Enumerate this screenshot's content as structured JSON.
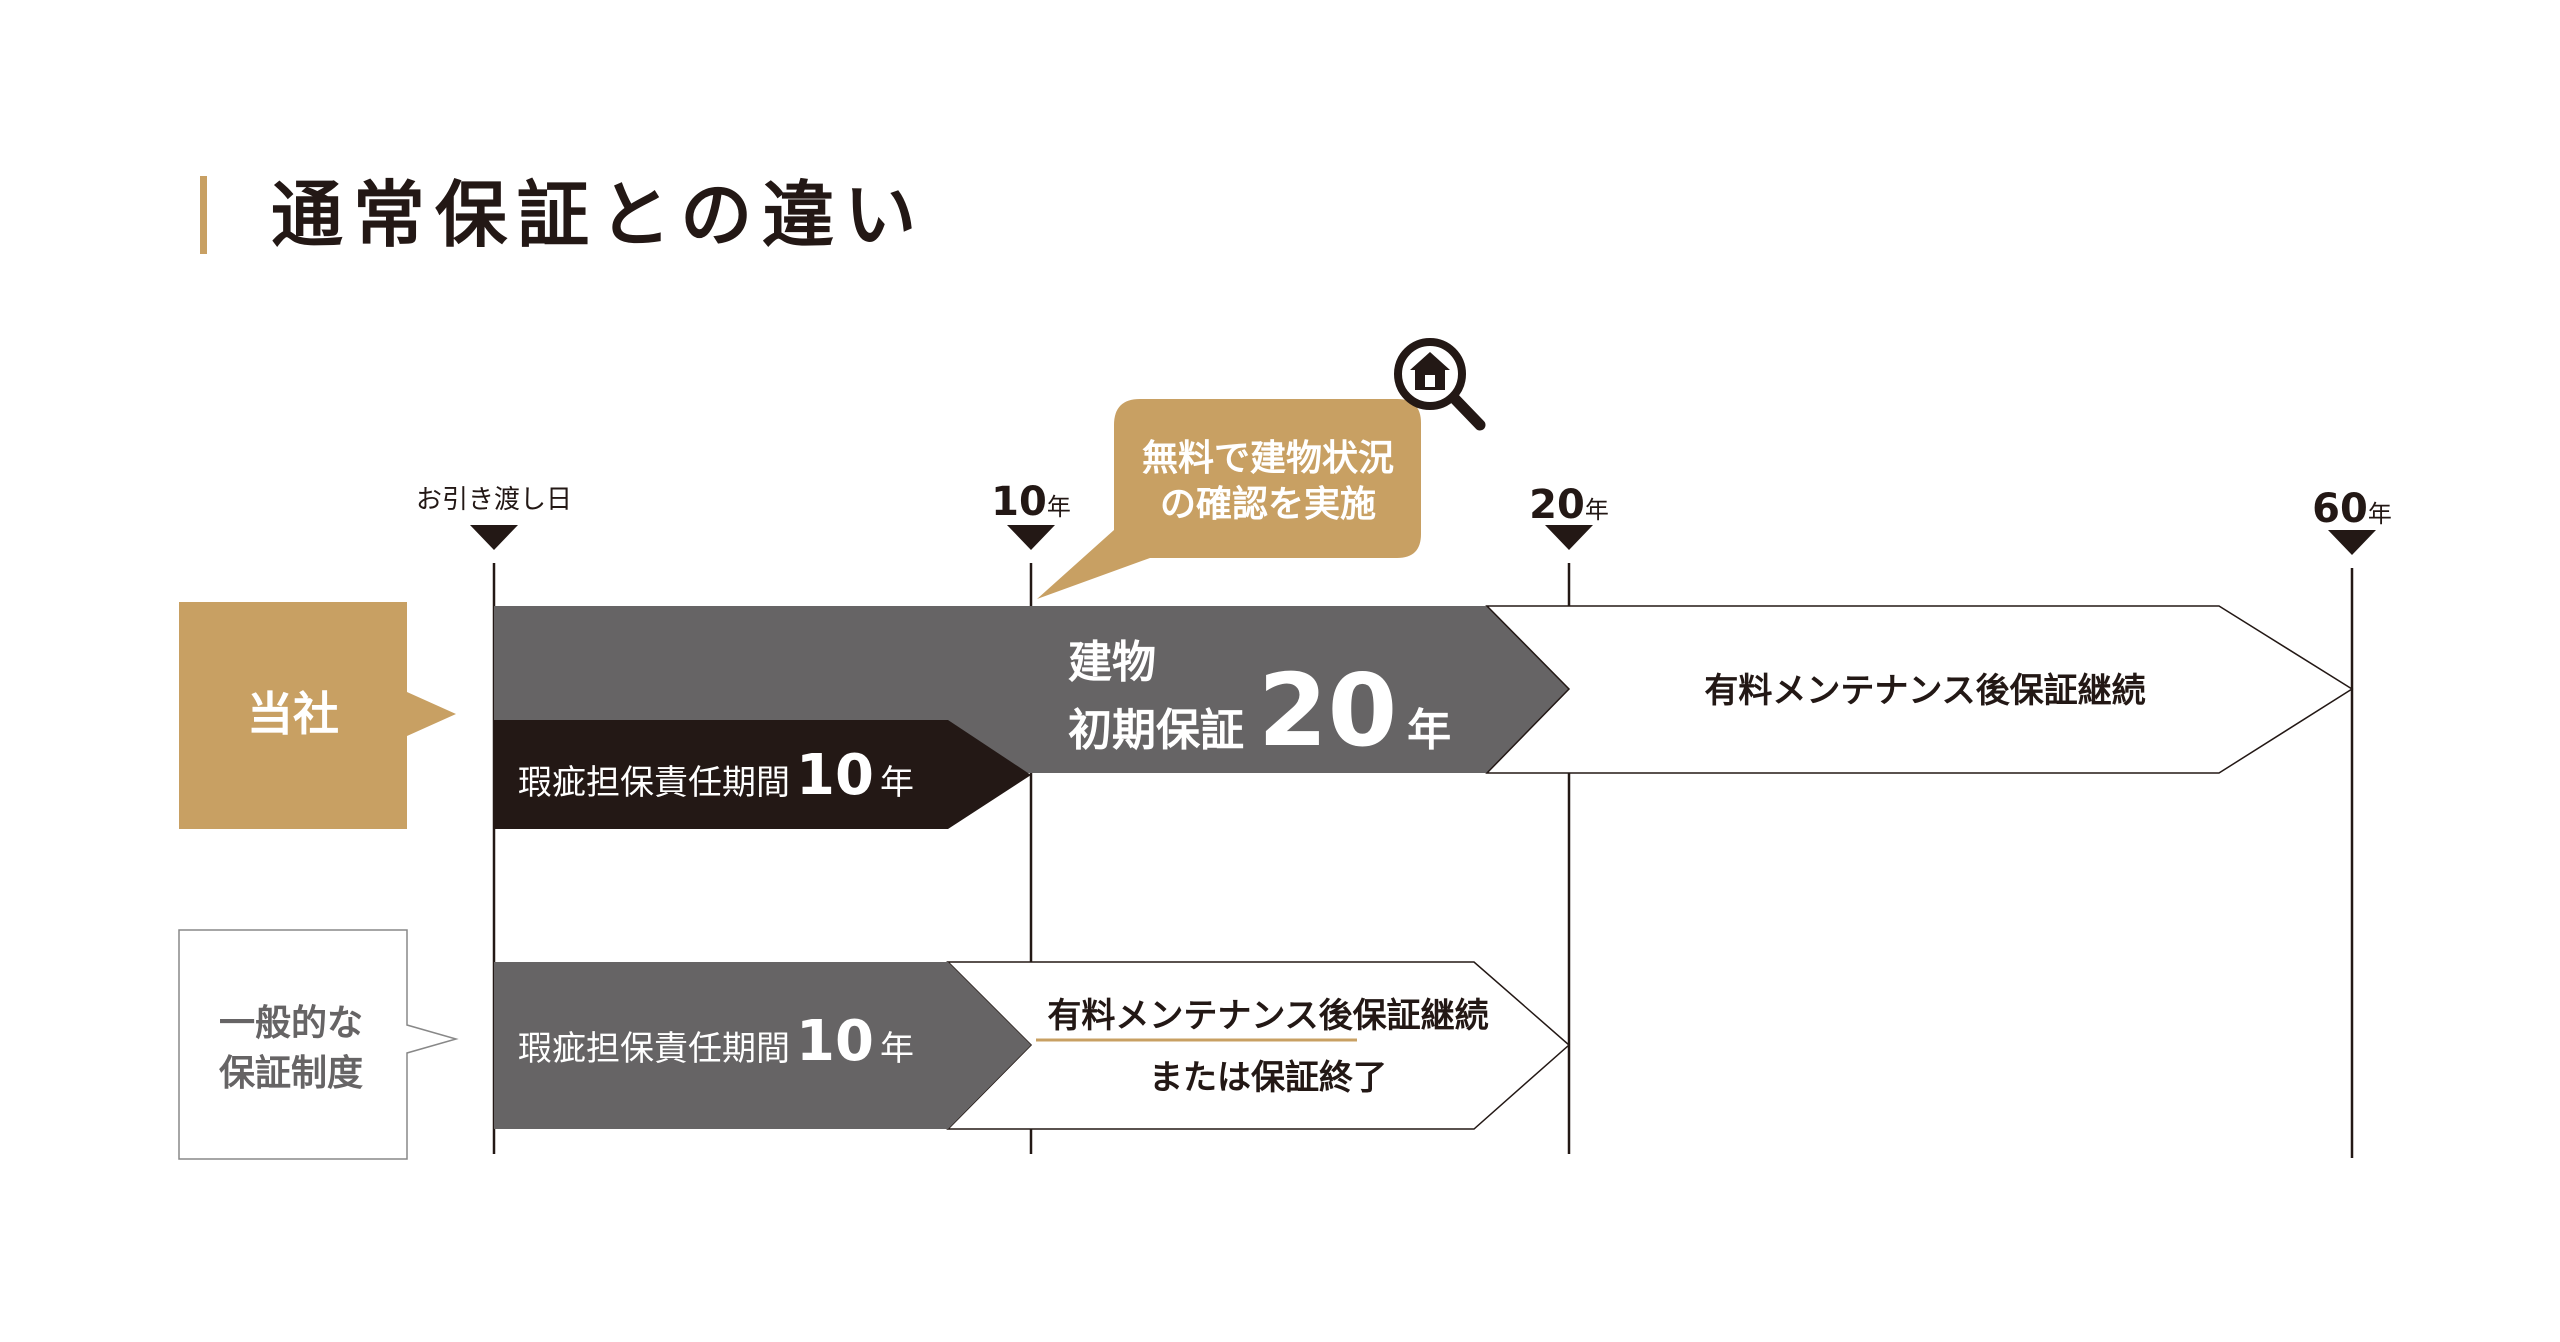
{
  "title": "通常保証との違い",
  "colors": {
    "accent": "#c8a063",
    "dark": "#231815",
    "gray": "#666465",
    "line": "#231815"
  },
  "timeline": {
    "start": "お引き渡し日",
    "m10_num": "10",
    "m10_unit": "年",
    "m20_num": "20",
    "m20_unit": "年",
    "m60_num": "60",
    "m60_unit": "年"
  },
  "bubble": {
    "line1": "無料で建物状況",
    "line2": "の確認を実施",
    "icon": "house-magnifier-icon"
  },
  "ours": {
    "label": "当社",
    "defect": {
      "text": "瑕疵担保責任期間",
      "num": "10",
      "unit": "年"
    },
    "initial": {
      "line1": "建物",
      "line2": "初期保証",
      "num": "20",
      "unit": "年"
    },
    "continued": "有料メンテナンス後保証継続"
  },
  "general": {
    "label_line1": "一般的な",
    "label_line2": "保証制度",
    "defect": {
      "text": "瑕疵担保責任期間",
      "num": "10",
      "unit": "年"
    },
    "continued_line1": "有料メンテナンス後保証継続",
    "continued_line2": "または保証終了"
  }
}
